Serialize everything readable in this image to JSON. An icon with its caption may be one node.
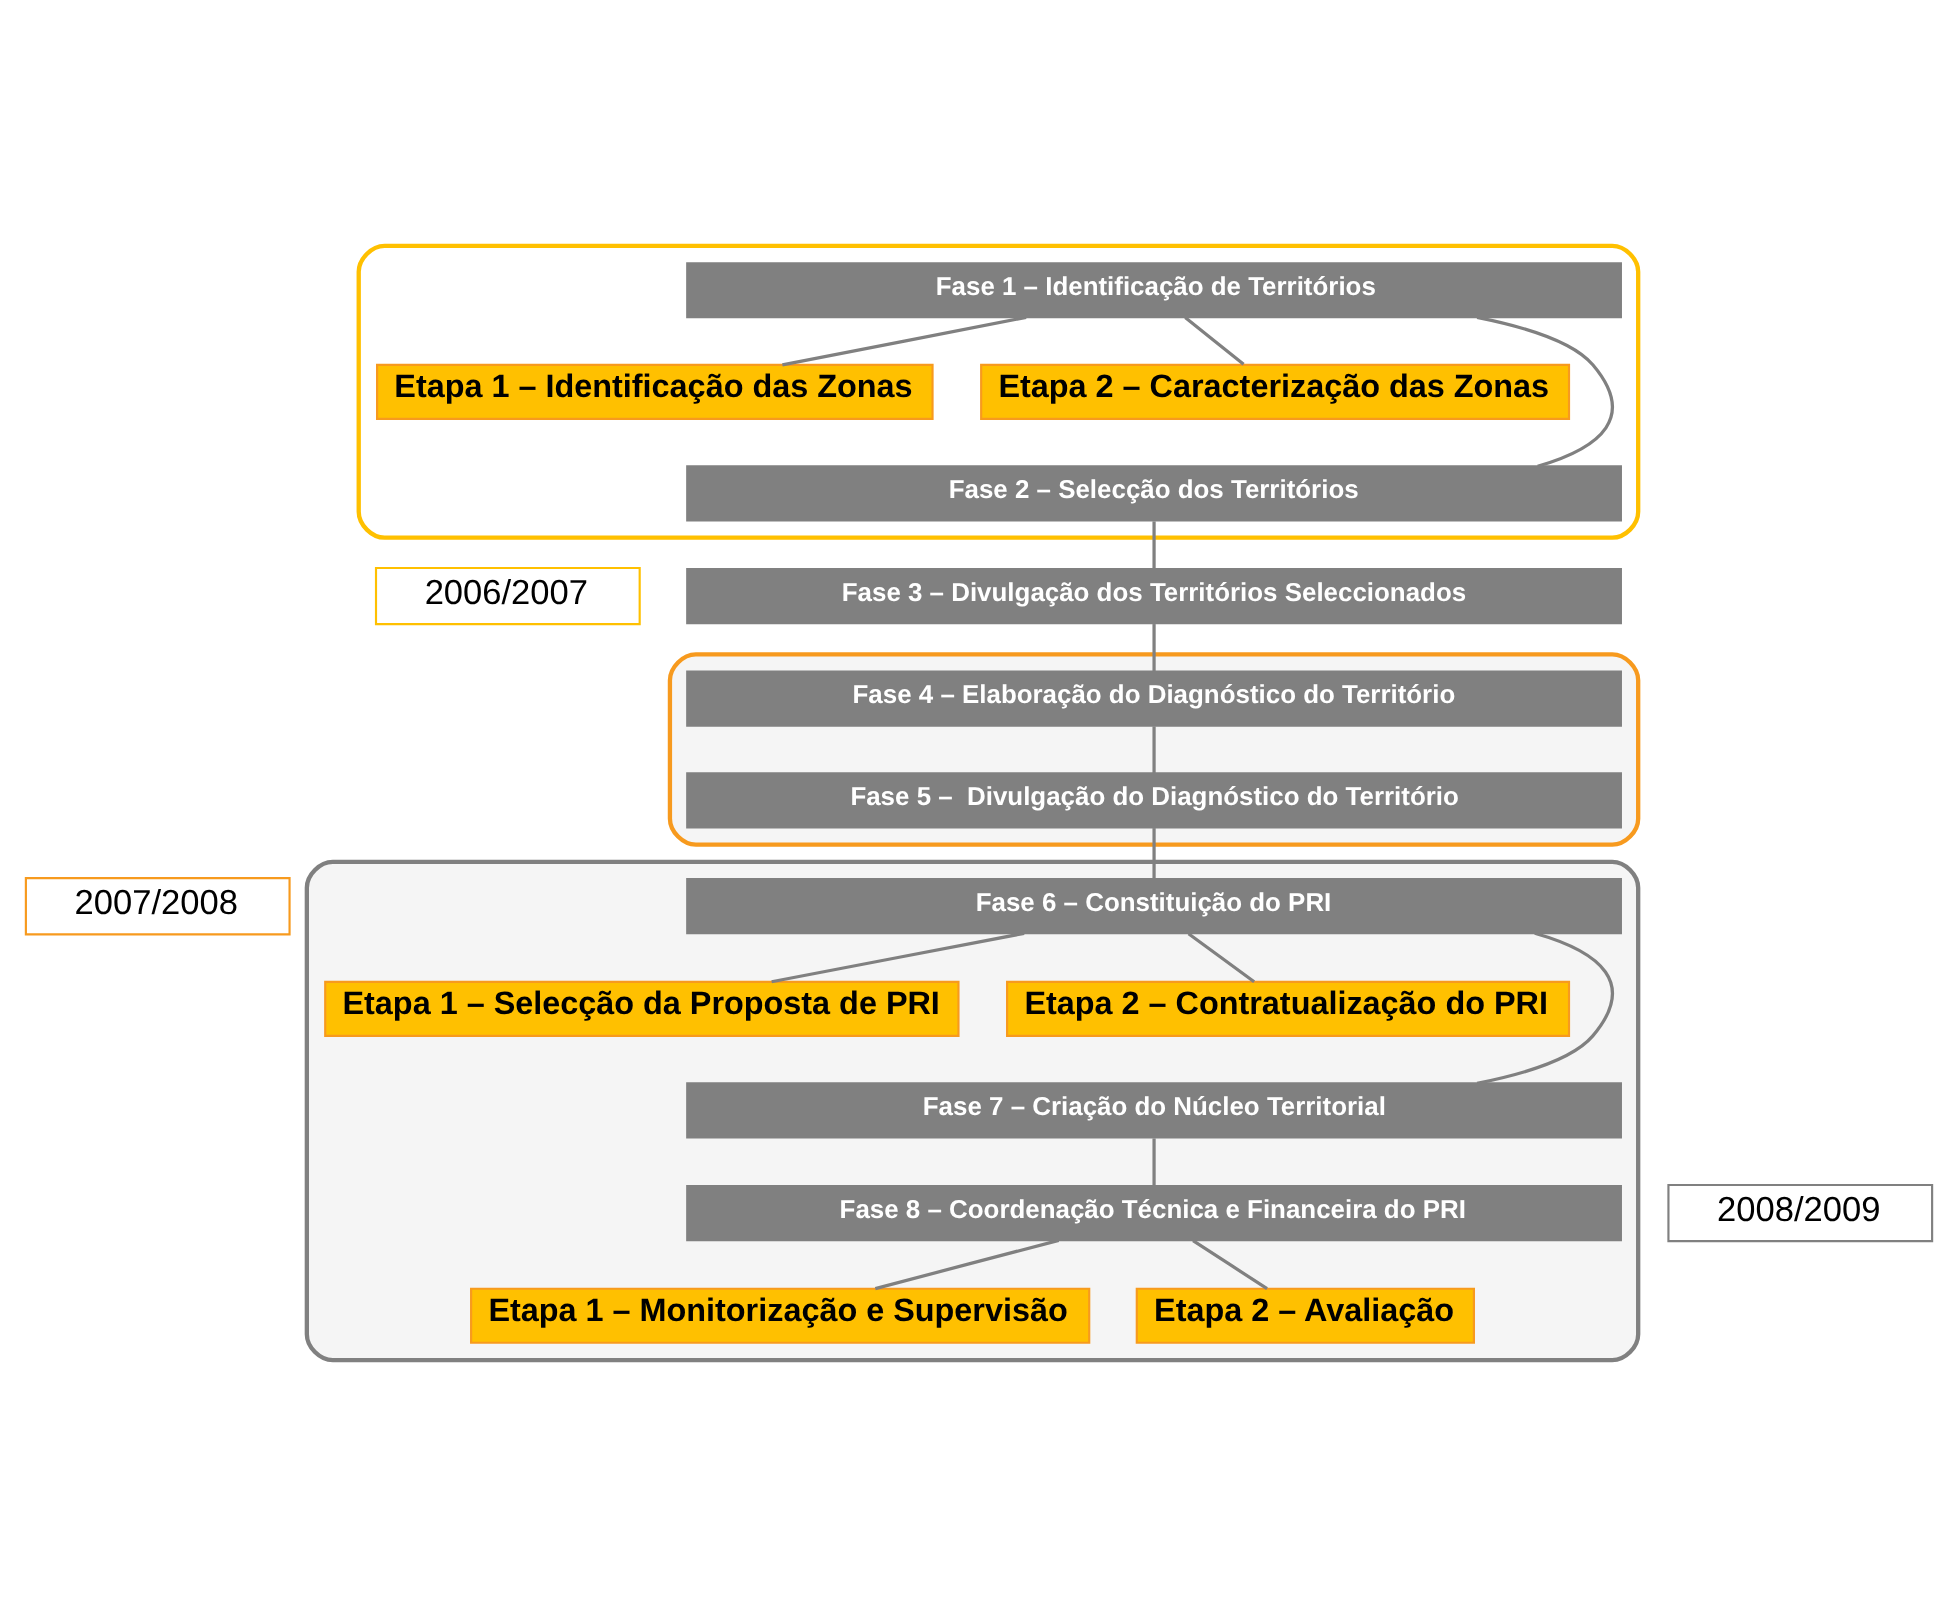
{
  "diagram": {
    "nodes": [
      {
        "text": [],
        "shape": "ellipse"
      },
      {
        "text": [
          "Fase 1 – Identificação de Territórios"
        ],
        "in": 0
      },
      {
        "text": [
          "Etapa 1 – Identificação das Zonas"
        ],
        "in": 0
      },
      {
        "text": [
          "Etapa 2 – Caracterização das Zonas"
        ],
        "in": 0
      },
      {
        "text": [
          "Fase 2 – Selecção dos Territórios"
        ],
        "in": 0
      },
      {
        "text": [
          "2006/2007"
        ]
      },
      {
        "text": [
          "Fase 3 – Divulgação dos Territórios Seleccionados"
        ]
      },
      {
        "text": [],
        "shape": "ellipse"
      },
      {
        "text": [
          "Fase 4 – Elaboração do Diagnóstico do Território"
        ],
        "in": 7
      },
      {
        "text": [
          "Fase 5 –  Divulgação do Diagnóstico do Território"
        ],
        "in": 7
      },
      {
        "text": [
          "2007/2008"
        ]
      },
      {
        "text": [],
        "shape": "ellipse"
      },
      {
        "text": [
          "Fase 6 – Constituição do PRI"
        ],
        "in": 11
      },
      {
        "text": [
          "Etapa 1 – Selecção da Proposta de PRI"
        ],
        "in": 11
      },
      {
        "text": [
          "Etapa 2 – Contratualização do PRI"
        ],
        "in": 11
      },
      {
        "text": [
          "Fase 7 – Criação do Núcleo Territorial"
        ],
        "in": 11
      },
      {
        "text": [
          "Fase 8 – Coordenação Técnica e Financeira do PRI"
        ],
        "in": 11
      },
      {
        "text": [
          "2008/2009"
        ]
      },
      {
        "text": [
          "Etapa 1 – Monitorização e Supervisão"
        ],
        "in": 11
      },
      {
        "text": [
          "Etapa 2 – Avaliação"
        ],
        "in": 11
      }
    ],
    "edges": [
      {
        "from": 1,
        "to": 2,
        "arrow": "none"
      },
      {
        "from": 1,
        "to": 3,
        "arrow": "none"
      },
      {
        "from": 1,
        "to": 4,
        "arrow": "none"
      },
      {
        "from": 4,
        "to": 6,
        "arrow": "none"
      },
      {
        "from": 6,
        "to": 8,
        "arrow": "none"
      },
      {
        "from": 8,
        "to": 9,
        "arrow": "none"
      },
      {
        "from": 9,
        "to": 12,
        "arrow": "none"
      },
      {
        "from": 12,
        "to": 13,
        "arrow": "none"
      },
      {
        "from": 12,
        "to": 14,
        "arrow": "none"
      },
      {
        "from": 12,
        "to": 15,
        "arrow": "none"
      },
      {
        "from": 15,
        "to": 16,
        "arrow": "none"
      },
      {
        "from": 16,
        "to": 18,
        "arrow": "none"
      },
      {
        "from": 16,
        "to": 19,
        "arrow": "none"
      }
    ]
  }
}
